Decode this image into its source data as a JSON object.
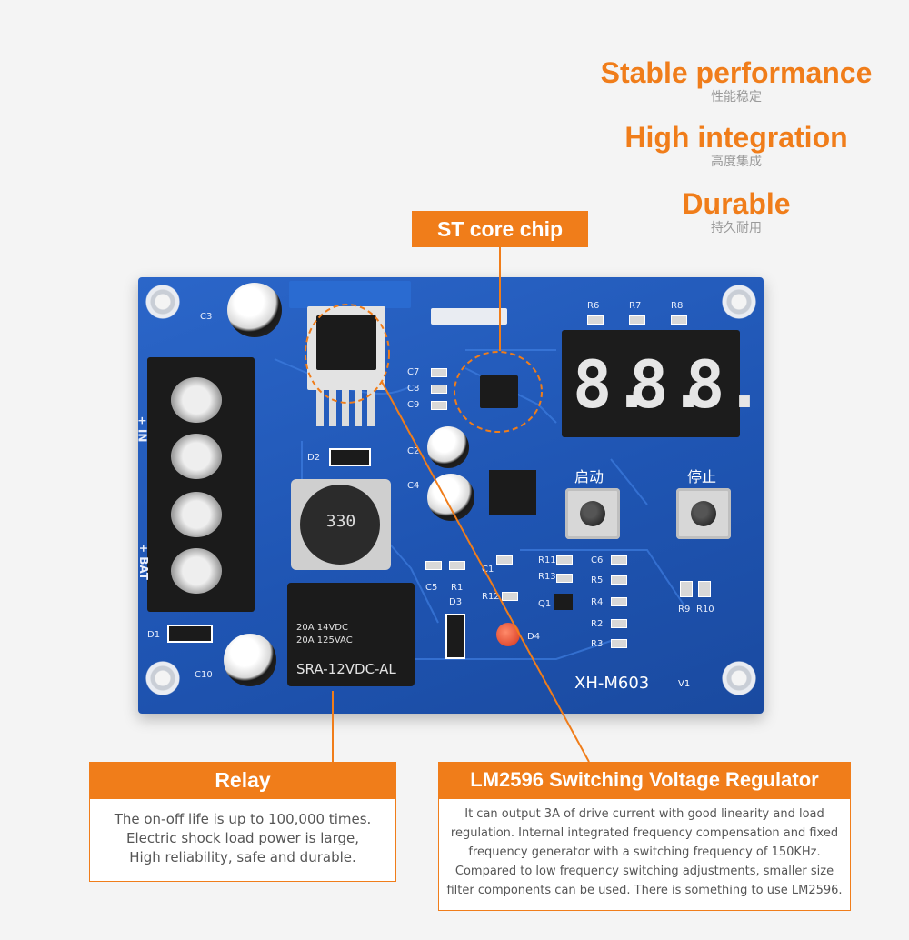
{
  "features": [
    {
      "title": "Stable performance",
      "subtitle": "性能稳定"
    },
    {
      "title": "High integration",
      "subtitle": "高度集成"
    },
    {
      "title": "Durable",
      "subtitle": "持久耐用"
    }
  ],
  "callouts": {
    "chip": {
      "label": "ST core chip"
    },
    "relay": {
      "label": "Relay",
      "lines": [
        "The on-off life is up to 100,000 times.",
        "Electric shock load power is large,",
        "High reliability, safe and durable."
      ]
    },
    "regulator": {
      "label": "LM2596 Switching Voltage Regulator",
      "lines": [
        "It can output 3A of drive current with good linearity and load",
        "regulation. Internal integrated frequency compensation and fixed",
        "frequency generator with a switching frequency of 150KHz.",
        "Compared to low frequency switching adjustments, smaller size",
        "filter components can be used. There is something to use LM2596."
      ]
    }
  },
  "board": {
    "model": "XH-M603",
    "version": "V1",
    "inductor_marking": "330",
    "relay_lines": [
      "20A 14VDC",
      "20A 125VAC"
    ],
    "relay_model": "SRA-12VDC-AL",
    "display_digits": [
      "8.",
      "8.",
      "8."
    ],
    "start_label": "启动",
    "stop_label": "停止",
    "in_label": "+ IN",
    "bat_label": "+ BAT",
    "components": [
      "C3",
      "C7",
      "C8",
      "C9",
      "C2",
      "C4",
      "D2",
      "D1",
      "C10",
      "C5",
      "R1",
      "D3",
      "C1",
      "R12",
      "D4",
      "R11",
      "R13",
      "Q1",
      "C6",
      "R5",
      "R4",
      "R2",
      "R3",
      "R6",
      "R7",
      "R8",
      "R9",
      "R10"
    ]
  },
  "colors": {
    "accent": "#f07d1a",
    "board": "#2160c2"
  }
}
